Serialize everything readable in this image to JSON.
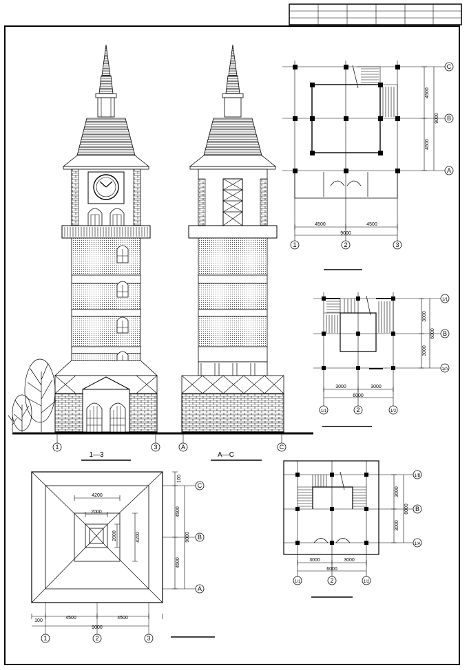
{
  "elevations": {
    "front": {
      "axis_left": "1",
      "axis_right": "3",
      "caption": "1—3"
    },
    "side": {
      "axis_left": "A",
      "axis_right": "C",
      "caption": "A—C"
    }
  },
  "plan_top_right": {
    "axes_h": [
      "1",
      "2",
      "3"
    ],
    "axes_v": [
      "C",
      "B",
      "A"
    ],
    "dims_h": [
      "4500",
      "4500"
    ],
    "dim_total_h": "9000",
    "dims_v": [
      "4500",
      "4500"
    ],
    "dim_total_v": "9000"
  },
  "plan_mid_right": {
    "axes_h": [
      "1/1",
      "2",
      "1/2"
    ],
    "axes_v": [
      "1/1",
      "B",
      "1/A"
    ],
    "dims_h": [
      "3000",
      "3000"
    ],
    "dim_total_h": "6000",
    "dims_v": [
      "3000",
      "3000"
    ],
    "dim_total_v": "6000"
  },
  "plan_bottom_right": {
    "axes_h": [
      "1/1",
      "2",
      "1/2"
    ],
    "axes_v": [
      "1/B",
      "B",
      "1/A"
    ],
    "dims_h": [
      "3000",
      "3000"
    ],
    "dim_total_h": "6000",
    "dims_v": [
      "3000",
      "3000"
    ],
    "dim_total_v": "6000"
  },
  "roof_plan": {
    "axes_h": [
      "1",
      "2",
      "3"
    ],
    "axes_v": [
      "C",
      "B",
      "A"
    ],
    "dims_h": [
      "100",
      "4500",
      "4500"
    ],
    "dim_total_h": "9000",
    "dims_v": [
      "100",
      "4500",
      "4500"
    ],
    "dim_total_v": "9000",
    "inner_4200": "4200",
    "inner_2000": "2000"
  }
}
